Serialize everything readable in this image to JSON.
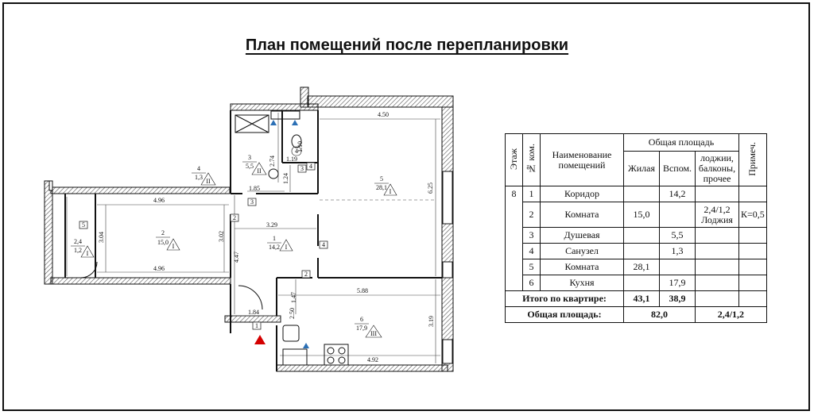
{
  "title": "План помещений после перепланировки",
  "plan": {
    "dims": {
      "d450": "4.50",
      "d625": "6.25",
      "d274": "2.74",
      "d110": "1.10",
      "d119": "1.19",
      "d185": "1.85",
      "d124": "1.24",
      "d496a": "4.96",
      "d496b": "4.96",
      "d304": "3.04",
      "d302": "3.02",
      "d329": "3.29",
      "d447": "4.47",
      "d588": "5.88",
      "d147": "1.47",
      "d184": "1.84",
      "d250": "2.50",
      "d319": "3.19",
      "d492": "4.92"
    },
    "doors": [
      "1",
      "2",
      "2",
      "3",
      "3",
      "4",
      "4",
      "5"
    ],
    "rooms": [
      {
        "num": "1",
        "area": "14,2",
        "cls": "I"
      },
      {
        "num": "2",
        "area": "15,0",
        "cls": "I"
      },
      {
        "num": "3",
        "area": "5,5",
        "cls": "II"
      },
      {
        "num": "4",
        "area": "1,3",
        "cls": "II"
      },
      {
        "num": "5",
        "area": "28,1",
        "cls": "I"
      },
      {
        "num": "6",
        "area": "17,9",
        "cls": "III"
      },
      {
        "num": "2,4",
        "area": "1,2",
        "cls": "I"
      }
    ]
  },
  "table": {
    "h_floor": "Этаж",
    "h_num": "№ ком.",
    "h_name": "Наименование помещений",
    "h_total": "Общая площадь",
    "h_living": "Жилая",
    "h_aux": "Вспом.",
    "h_other": "лоджии, балконы, прочее",
    "h_note": "Примеч.",
    "floor": "8",
    "rows": [
      {
        "num": "1",
        "name": "Коридор",
        "living": "",
        "aux": "14,2",
        "other": "",
        "note": ""
      },
      {
        "num": "2",
        "name": "Комната",
        "living": "15,0",
        "aux": "",
        "other": "2,4/1,2 Лоджия",
        "note": "К=0,5"
      },
      {
        "num": "3",
        "name": "Душевая",
        "living": "",
        "aux": "5,5",
        "other": "",
        "note": ""
      },
      {
        "num": "4",
        "name": "Санузел",
        "living": "",
        "aux": "1,3",
        "other": "",
        "note": ""
      },
      {
        "num": "5",
        "name": "Комната",
        "living": "28,1",
        "aux": "",
        "other": "",
        "note": ""
      },
      {
        "num": "6",
        "name": "Кухня",
        "living": "",
        "aux": "17,9",
        "other": "",
        "note": ""
      }
    ],
    "total_label": "Итого по квартире:",
    "total_living": "43,1",
    "total_aux": "38,9",
    "area_label": "Общая площадь:",
    "area_value": "82,0",
    "area_other": "2,4/1,2"
  },
  "colors": {
    "wall": "#111111",
    "hatch": "#555555",
    "entrance": "#d40000",
    "fixture": "#2b6fb5"
  }
}
